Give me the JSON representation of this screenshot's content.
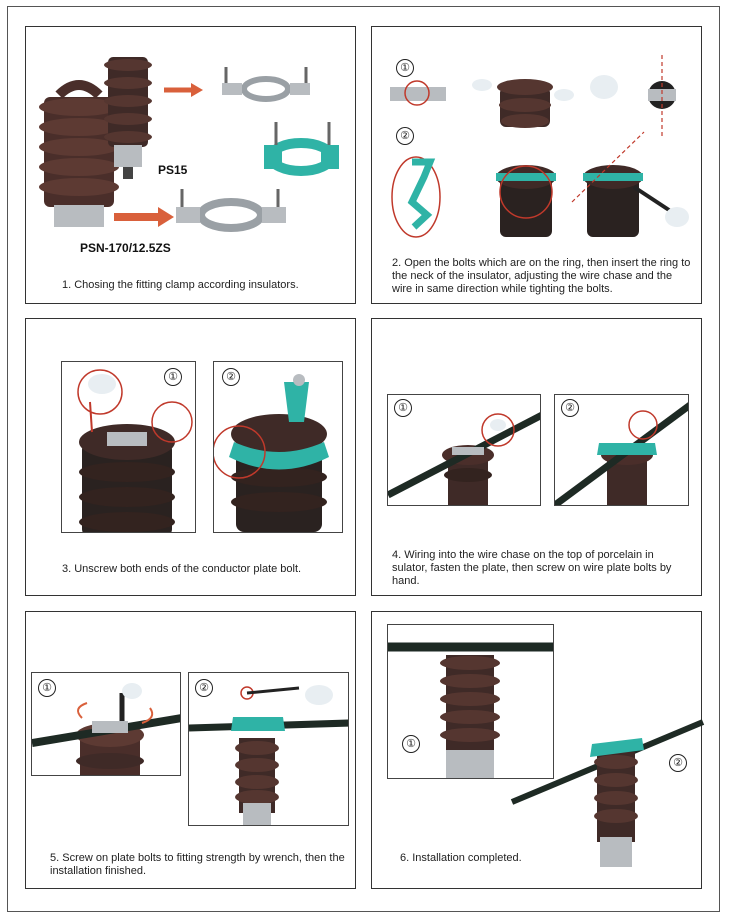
{
  "colors": {
    "porcelain": "#4a2e2a",
    "porcelain_light": "#7a5148",
    "clamp_teal": "#2fb3a6",
    "metal": "#b8bcc0",
    "arrow": "#d9603b",
    "circle": "#c0392b",
    "wire": "#1e2a24"
  },
  "marks": {
    "one": "①",
    "two": "②"
  },
  "panel1": {
    "label_ps15": "PS15",
    "label_psn": "PSN-170/12.5ZS",
    "caption": "1. Chosing the fitting clamp according insulators."
  },
  "panel2": {
    "caption": "2. Open the bolts which are on the ring, then insert the ring to the neck of the insulator, adjusting the wire chase and the wire in same direction while tighting the bolts."
  },
  "panel3": {
    "caption": "3. Unscrew both ends of the conductor plate bolt."
  },
  "panel4": {
    "caption": "4. Wiring into the wire chase on the top of porcelain in sulator, fasten the plate, then screw on wire plate bolts by hand."
  },
  "panel5": {
    "caption": "5. Screw on plate bolts to fitting strength by wrench, then the installation finished."
  },
  "panel6": {
    "caption": "6. Installation completed."
  }
}
